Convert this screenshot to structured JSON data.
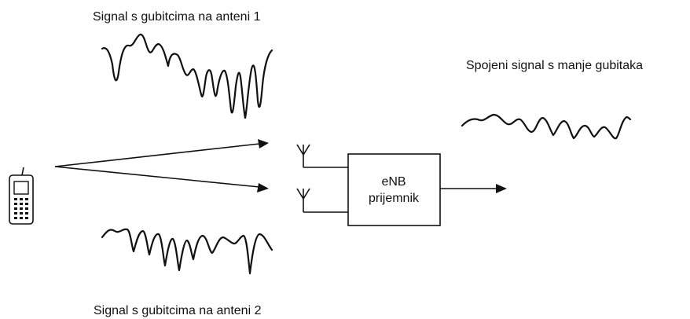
{
  "labels": {
    "antenna1_signal": "Signal s gubitcima na anteni 1",
    "antenna2_signal": "Signal s gubitcima na anteni 2",
    "combined_signal": "Spojeni signal s manje gubitaka"
  },
  "receiver": {
    "line1": "eNB",
    "line2": "prijemnik"
  }
}
